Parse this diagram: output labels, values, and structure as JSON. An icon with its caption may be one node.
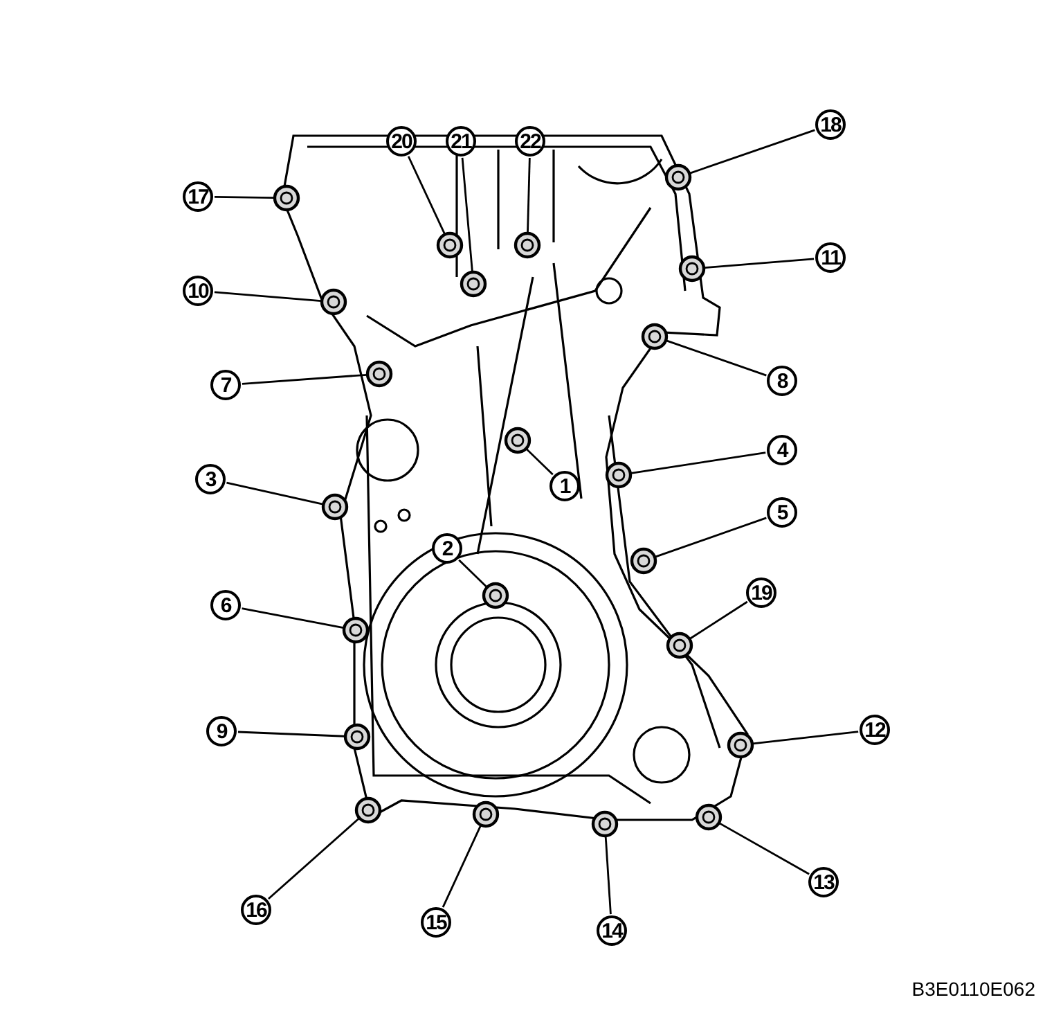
{
  "diagram": {
    "nodes": [
      {
        "text": [
          "18"
        ]
      },
      {
        "text": [
          "20"
        ]
      },
      {
        "text": [
          "21"
        ]
      },
      {
        "text": [
          "22"
        ]
      },
      {
        "text": [
          "17"
        ]
      },
      {
        "text": [
          "11"
        ]
      },
      {
        "text": [
          "10"
        ]
      },
      {
        "text": [
          "8"
        ]
      },
      {
        "text": [
          "7"
        ]
      },
      {
        "text": [
          "4"
        ]
      },
      {
        "text": [
          "3"
        ]
      },
      {
        "text": [
          "1"
        ]
      },
      {
        "text": [
          "5"
        ]
      },
      {
        "text": [
          "2"
        ]
      },
      {
        "text": [
          "19"
        ]
      },
      {
        "text": [
          "6"
        ]
      },
      {
        "text": [
          "12"
        ]
      },
      {
        "text": [
          "9"
        ]
      },
      {
        "text": [
          "13"
        ]
      },
      {
        "text": [
          "16"
        ]
      },
      {
        "text": [
          "15"
        ]
      },
      {
        "text": [
          "14"
        ]
      },
      {
        "text": [],
        "shape": "circle"
      },
      {
        "text": [],
        "shape": "circle"
      },
      {
        "text": [],
        "shape": "circle"
      },
      {
        "text": [],
        "shape": "circle"
      },
      {
        "text": [],
        "shape": "circle"
      },
      {
        "text": [],
        "shape": "circle"
      },
      {
        "text": [],
        "shape": "circle"
      },
      {
        "text": [],
        "shape": "circle"
      },
      {
        "text": [],
        "shape": "circle"
      },
      {
        "text": [],
        "shape": "circle"
      },
      {
        "text": [],
        "shape": "circle"
      },
      {
        "text": [],
        "shape": "circle"
      },
      {
        "text": [],
        "shape": "circle"
      },
      {
        "text": [],
        "shape": "circle"
      },
      {
        "text": [],
        "shape": "circle"
      },
      {
        "text": [],
        "shape": "circle"
      },
      {
        "text": [],
        "shape": "circle"
      },
      {
        "text": [],
        "shape": "circle"
      },
      {
        "text": [],
        "shape": "circle"
      },
      {
        "text": [],
        "shape": "circle"
      },
      {
        "text": [],
        "shape": "circle"
      },
      {
        "text": [],
        "shape": "circle"
      }
    ],
    "edges": [
      {
        "from": 0,
        "to": 22,
        "arrow": "none"
      },
      {
        "from": 1,
        "to": 24,
        "arrow": "none"
      },
      {
        "from": 2,
        "to": 27,
        "arrow": "none"
      },
      {
        "from": 3,
        "to": 25,
        "arrow": "none"
      },
      {
        "from": 4,
        "to": 23,
        "arrow": "none"
      },
      {
        "from": 5,
        "to": 26,
        "arrow": "none"
      },
      {
        "from": 6,
        "to": 28,
        "arrow": "none"
      },
      {
        "from": 7,
        "to": 29,
        "arrow": "none"
      },
      {
        "from": 8,
        "to": 30,
        "arrow": "none"
      },
      {
        "from": 9,
        "to": 32,
        "arrow": "none"
      },
      {
        "from": 10,
        "to": 33,
        "arrow": "none"
      },
      {
        "from": 11,
        "to": 31,
        "arrow": "none"
      },
      {
        "from": 12,
        "to": 34,
        "arrow": "none"
      },
      {
        "from": 13,
        "to": 35,
        "arrow": "none"
      },
      {
        "from": 14,
        "to": 37,
        "arrow": "none"
      },
      {
        "from": 15,
        "to": 36,
        "arrow": "none"
      },
      {
        "from": 16,
        "to": 39,
        "arrow": "none"
      },
      {
        "from": 17,
        "to": 38,
        "arrow": "none"
      },
      {
        "from": 18,
        "to": 42,
        "arrow": "none"
      },
      {
        "from": 19,
        "to": 40,
        "arrow": "none"
      },
      {
        "from": 20,
        "to": 41,
        "arrow": "none"
      },
      {
        "from": 21,
        "to": 43,
        "arrow": "none"
      }
    ],
    "labels": [
      "B3E0110E062"
    ]
  }
}
